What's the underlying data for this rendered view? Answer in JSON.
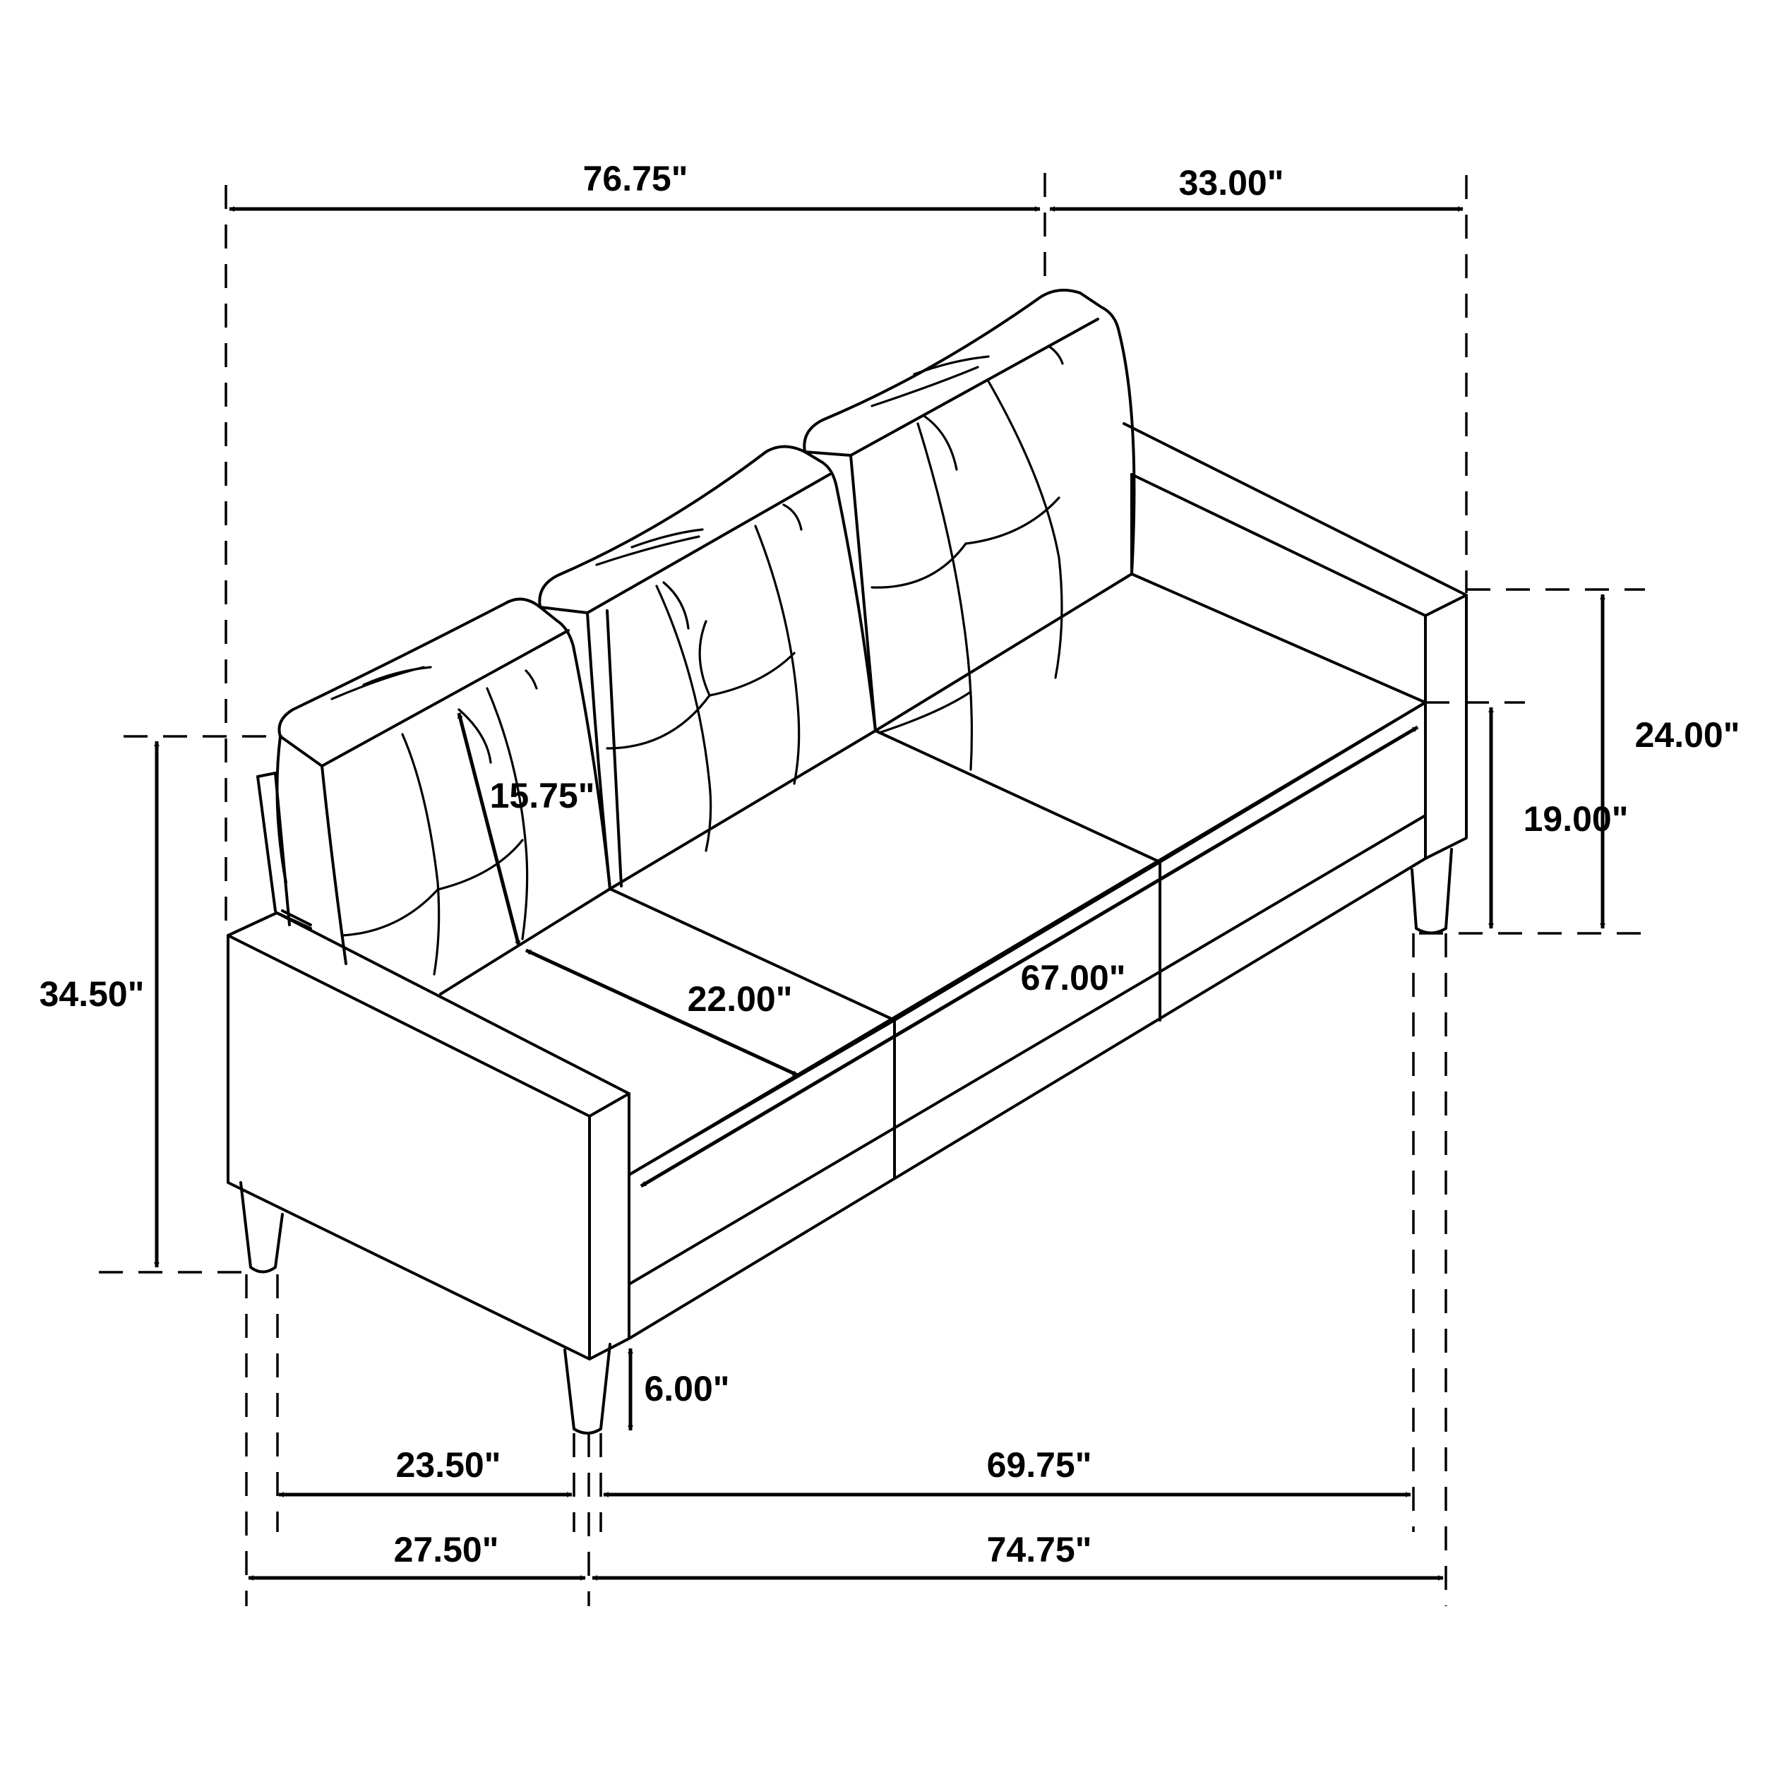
{
  "diagram": {
    "subject": "Three-seat sofa isometric dimension drawing",
    "colors": {
      "line": "#000000",
      "background": "#ffffff"
    },
    "dimensions": {
      "overall_width": "76.75\"",
      "overall_depth": "33.00\"",
      "overall_height": "34.50\"",
      "arm_height": "24.00\"",
      "seat_height": "19.00\"",
      "back_height_above_seat": "15.75\"",
      "seat_depth": "22.00\"",
      "seat_width": "67.00\"",
      "leg_height": "6.00\"",
      "leg_depth_span": "23.50\"",
      "leg_width_span": "69.75\"",
      "base_depth": "27.50\"",
      "base_width": "74.75\""
    }
  }
}
